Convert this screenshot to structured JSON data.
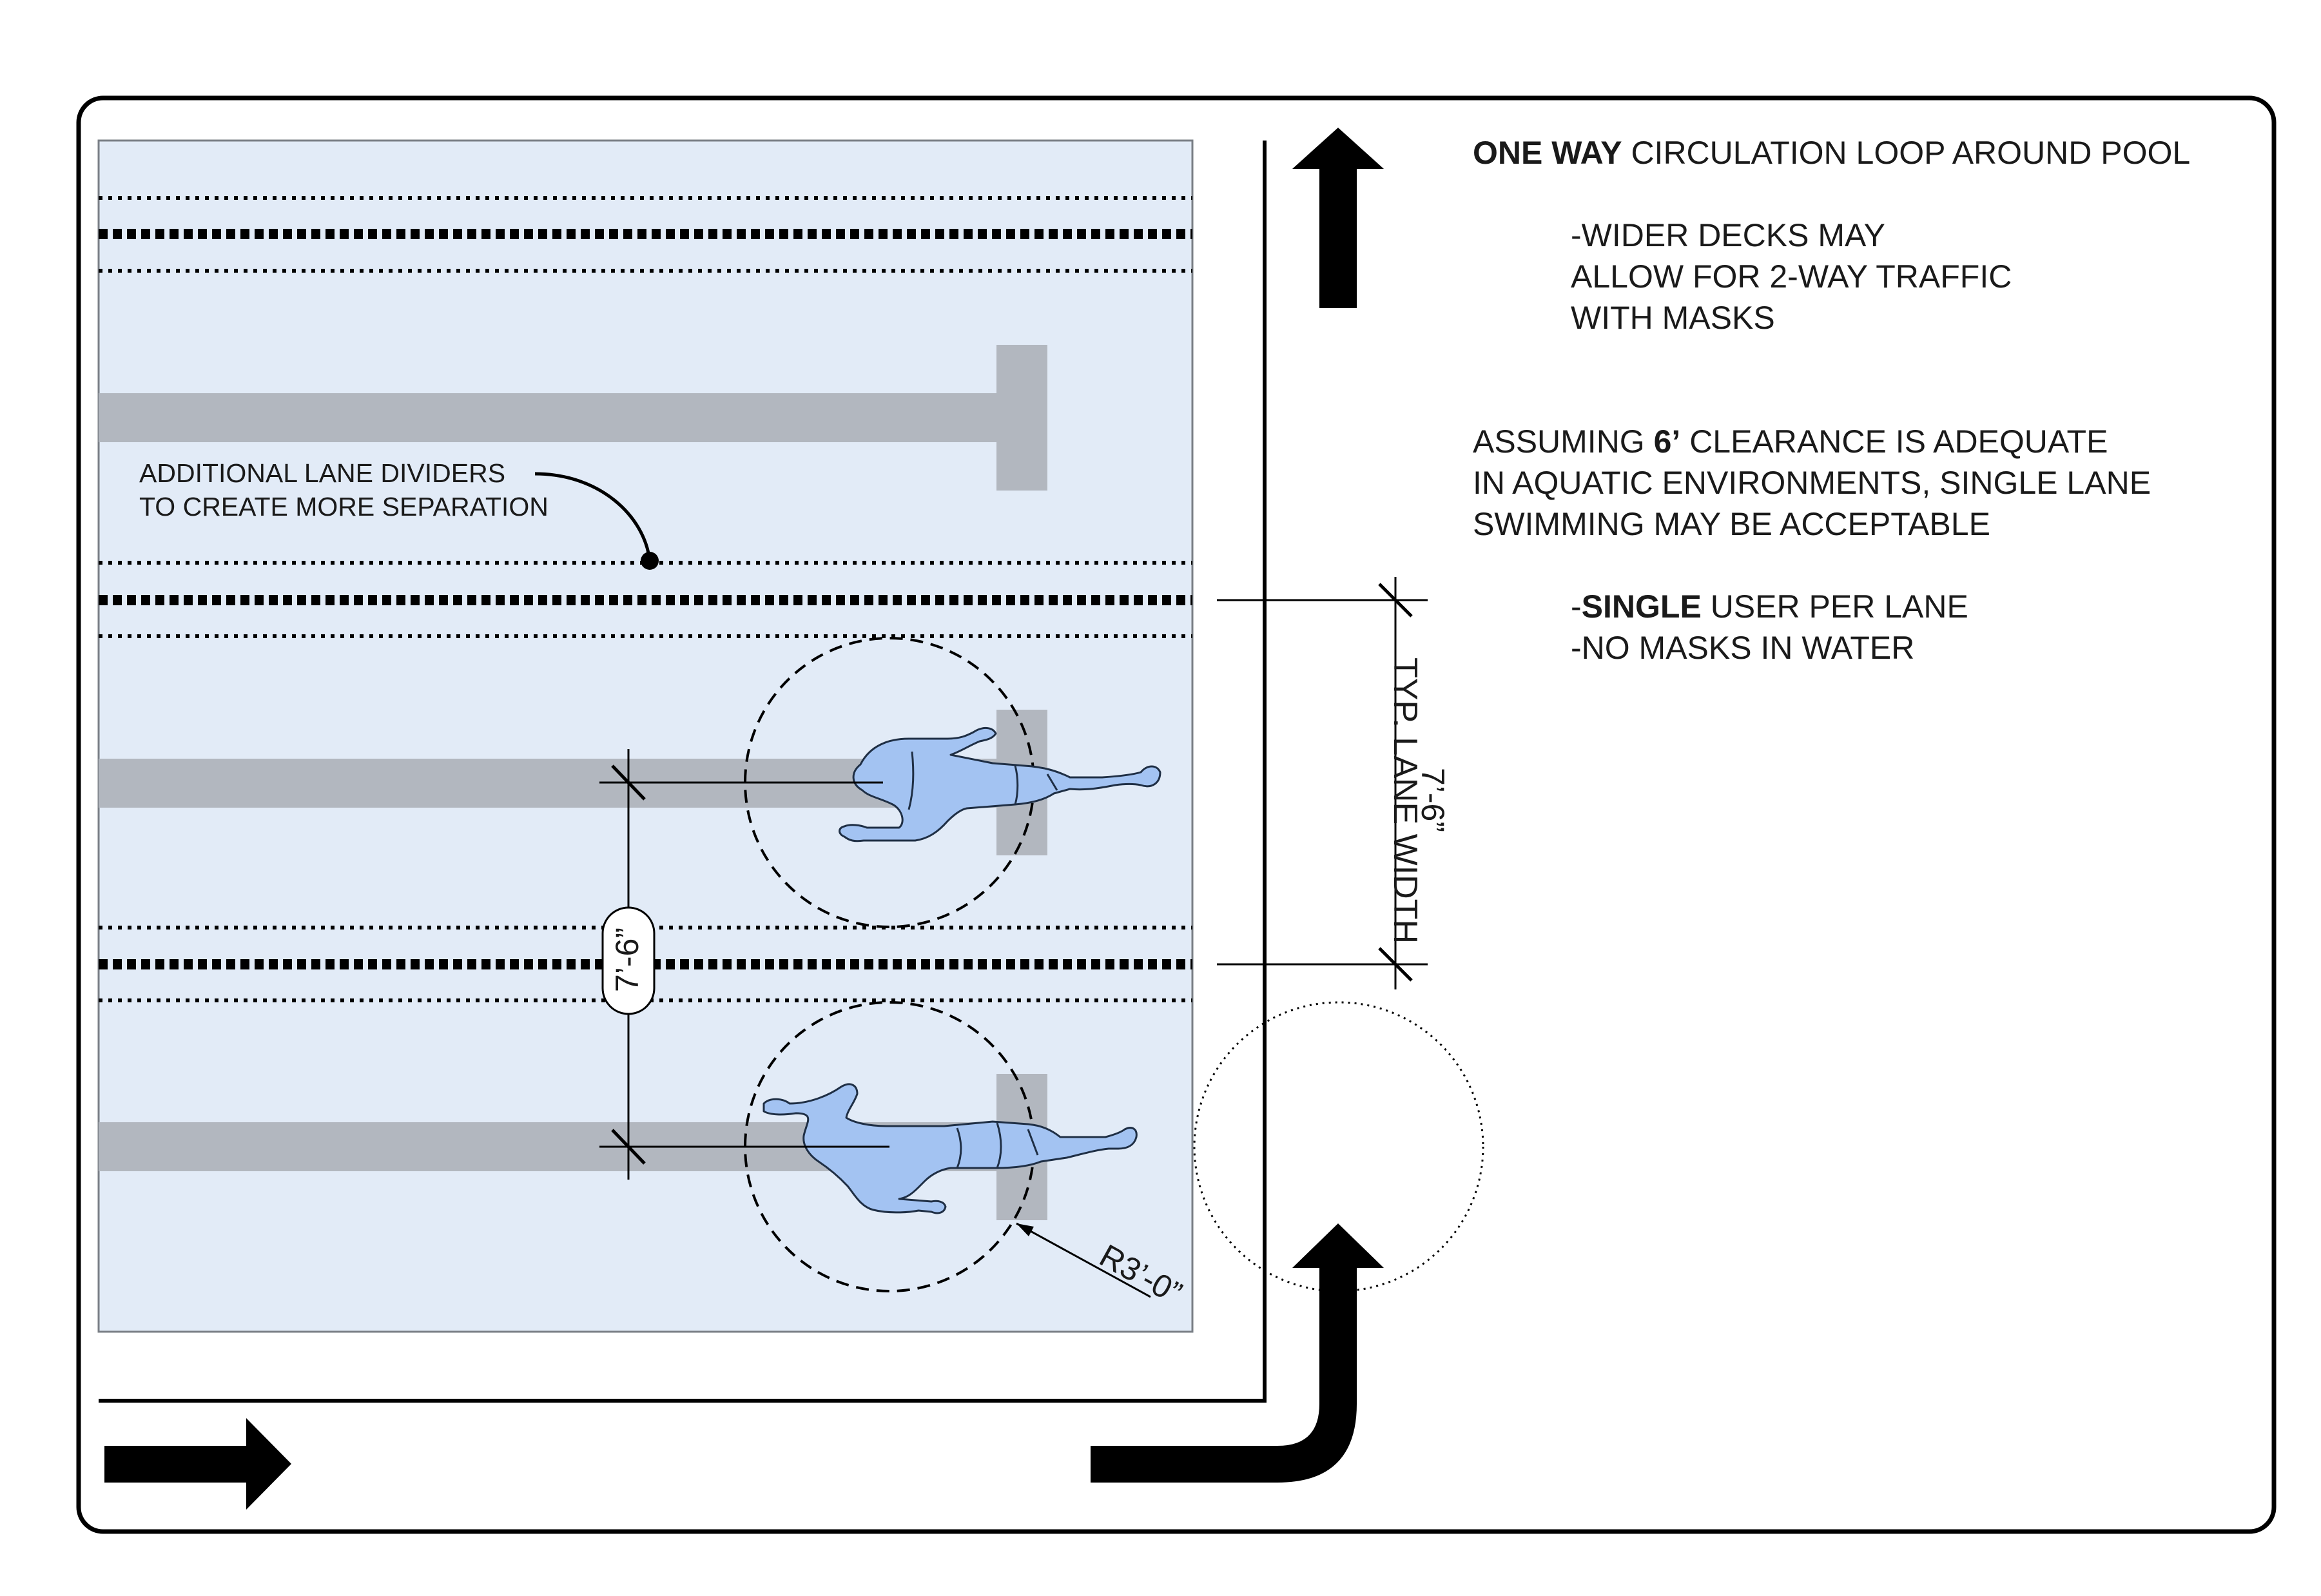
{
  "notes": {
    "heading_bold": "ONE WAY",
    "heading_rest": " CIRCULATION LOOP  AROUND POOL",
    "deck_lines": [
      "-WIDER DECKS MAY",
      "ALLOW FOR 2-WAY TRAFFIC",
      "WITH MASKS"
    ],
    "assume_pre": "ASSUMING ",
    "assume_bold": "6’",
    "assume_post": " CLEARANCE IS ADEQUATE",
    "assume_lines": [
      "IN AQUATIC ENVIRONMENTS, SINGLE LANE",
      "SWIMMING MAY BE ACCEPTABLE"
    ],
    "single_pre": "-",
    "single_bold": "SINGLE",
    "single_post": " USER PER LANE",
    "no_masks": "-NO MASKS IN WATER"
  },
  "annotation": {
    "line1": "ADDITIONAL LANE DIVIDERS",
    "line2": "TO CREATE MORE SEPARATION"
  },
  "dimensions": {
    "lane_width_label": "TYP. LANE WIDTH",
    "lane_width_value": "7’-6”",
    "swimmer_spacing": "7’-6”",
    "radius": "R3’-0”"
  },
  "colors": {
    "pool_water": "#e2ebf7",
    "lane_stripe": "#b2b7bf",
    "swimmer": "#a3c3f2",
    "ink": "#000000"
  },
  "icons": [
    "circulation-arrow-icon",
    "swimmer-icon"
  ]
}
